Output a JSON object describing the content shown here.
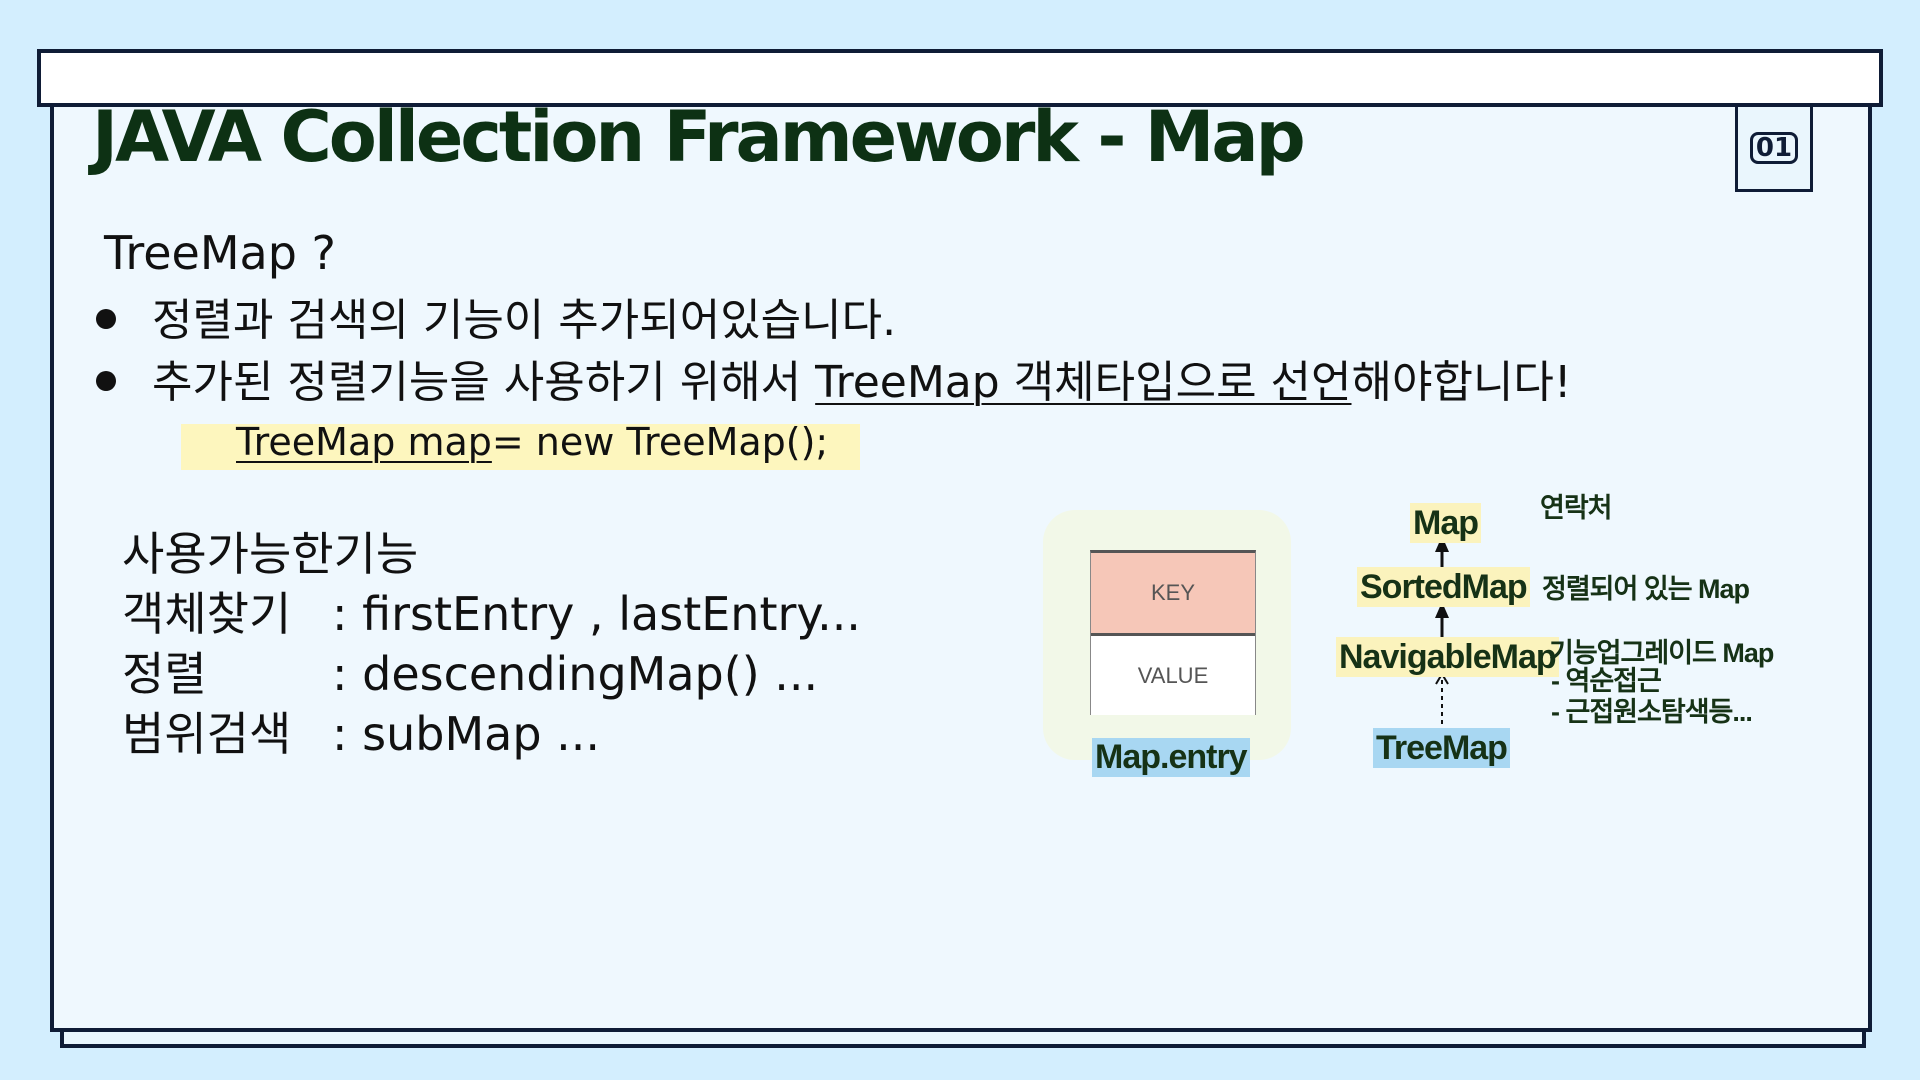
{
  "slide": {
    "title": "JAVA Collection Framework - Map",
    "page_number": "01"
  },
  "content": {
    "heading": "TreeMap ?",
    "bullets": [
      {
        "text": "정렬과 검색의 기능이 추가되어있습니다."
      },
      {
        "before": "추가된 정렬기능을 사용하기 위해서 ",
        "underlined": "TreeMap 객체타입으로 선언",
        "after": "해야합니다!"
      }
    ],
    "code": {
      "underlined": "TreeMap map",
      "rest": "= new TreeMap();"
    },
    "features_title": "사용가능한기능",
    "features": [
      {
        "label": "객체찾기",
        "value": ": firstEntry , lastEntry..."
      },
      {
        "label": "정렬",
        "value": ": descendingMap()  ..."
      },
      {
        "label": "범위검색",
        "value": ": subMap ..."
      }
    ]
  },
  "entry_diagram": {
    "key_label": "KEY",
    "value_label": "VALUE",
    "caption": "Map.entry"
  },
  "hierarchy": {
    "nodes": {
      "map": "Map",
      "sorted": "SortedMap",
      "navigable": "NavigableMap",
      "treemap": "TreeMap"
    },
    "notes": {
      "map": "연락처",
      "sorted": "정렬되어 있는 Map",
      "navigable": "기능업그레이드 Map",
      "sub1": "- 역순접근",
      "sub2": "- 근접원소탐색등..."
    }
  },
  "colors": {
    "background": "#d3eefe",
    "board": "#eff8fe",
    "border": "#0f1c36",
    "title": "#0d3114",
    "highlight_yellow": "#fdf6be",
    "highlight_blue": "#a8d7f2",
    "key_fill": "#f6c7b8"
  }
}
